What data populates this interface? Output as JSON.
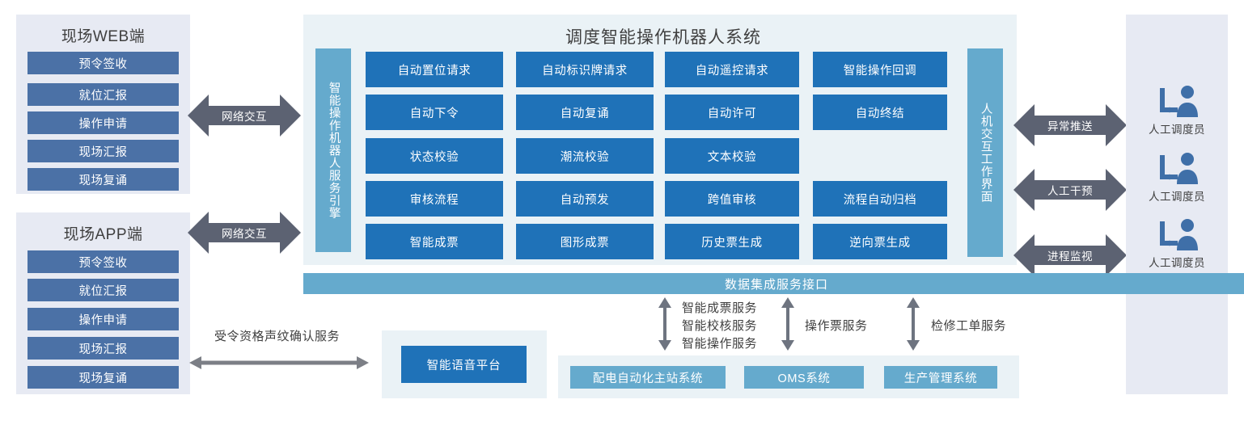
{
  "colors": {
    "deep_blue": "#1F72B8",
    "light_blue": "#65AACD",
    "muted_blue": "#4B71A6",
    "panel_lavender": "#E7EAF3",
    "panel_iceblue": "#EAF2F6",
    "arrow_gray": "#5C6272",
    "thin_arrow_gray": "#808080",
    "text_dark": "#3F3F3F"
  },
  "web_client": {
    "title": "现场WEB端",
    "buttons": [
      "预令签收",
      "就位汇报",
      "操作申请",
      "现场汇报",
      "现场复诵"
    ]
  },
  "app_client": {
    "title": "现场APP端",
    "buttons": [
      "预令签收",
      "就位汇报",
      "操作申请",
      "现场汇报",
      "现场复诵"
    ]
  },
  "network_arrows": [
    {
      "label": "网络交互"
    },
    {
      "label": "网络交互"
    }
  ],
  "main_system": {
    "title": "调度智能操作机器人系统",
    "engine_bar": "智能操作机器人服务引擎",
    "ui_bar": "人机交互工作界面",
    "grid_rows": [
      [
        "自动置位请求",
        "自动标识牌请求",
        "自动遥控请求",
        "智能操作回调"
      ],
      [
        "自动下令",
        "自动复诵",
        "自动许可",
        "自动终结"
      ],
      [
        "状态校验",
        "潮流校验",
        "文本校验"
      ],
      [
        "审核流程",
        "自动预发",
        "跨值审核",
        "流程自动归档"
      ],
      [
        "智能成票",
        "图形成票",
        "历史票生成",
        "逆向票生成"
      ]
    ]
  },
  "operator_arrows": [
    {
      "label": "异常推送"
    },
    {
      "label": "人工干预"
    },
    {
      "label": "进程监视"
    }
  ],
  "operators": [
    {
      "label": "人工调度员",
      "icon": "operator-at-desk-icon"
    },
    {
      "label": "人工调度员",
      "icon": "operator-at-desk-icon"
    },
    {
      "label": "人工调度员",
      "icon": "operator-at-desk-icon"
    }
  ],
  "data_service_bar": "数据集成服务接口",
  "service_links": [
    {
      "label": "智能成票服务\n智能校核服务\n智能操作服务"
    },
    {
      "label": "操作票服务"
    },
    {
      "label": "检修工单服务"
    }
  ],
  "external_systems": [
    "配电自动化主站系统",
    "OMS系统",
    "生产管理系统"
  ],
  "voice": {
    "service_label": "受令资格声纹确认服务",
    "platform_label": "智能语音平台"
  }
}
